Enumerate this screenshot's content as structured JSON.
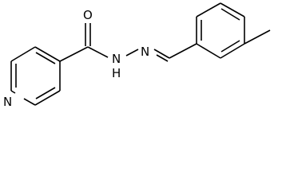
{
  "molecule": {
    "atom_labels": {
      "carbonyl_oxygen": "O",
      "pyridine_nitrogen": "N",
      "amide_nitrogen": "N",
      "amide_hydrogen": "H",
      "imine_nitrogen": "N"
    }
  },
  "colors": {
    "bond": "#000000",
    "label": "#000000",
    "background": "#ffffff"
  }
}
